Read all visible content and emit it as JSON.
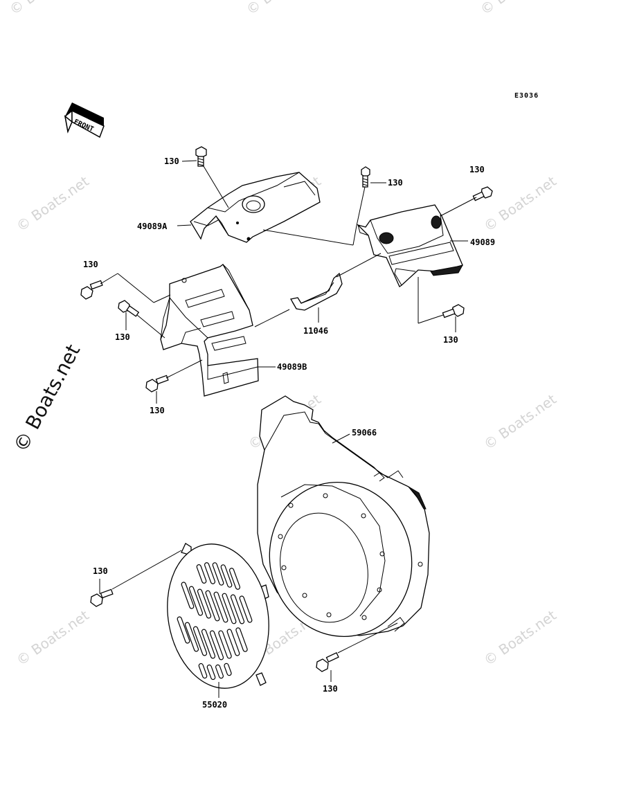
{
  "diagram": {
    "ref_code": "E3036",
    "front_label": "FRONT",
    "watermark": "© Boats.net",
    "side_watermark": "© Boats.net",
    "labels": {
      "bolt_top_left": "130",
      "cover_left": "49089A",
      "bolt_top_middle": "130",
      "bolt_top_right": "130",
      "cover_right": "49089",
      "bolt_left_upper": "130",
      "bolt_left_lower": "130",
      "clamp": "11046",
      "bolt_right_lower": "130",
      "cover_middle": "49089B",
      "bolt_bracket": "130",
      "housing": "59066",
      "bolt_screen": "130",
      "screen": "55020",
      "bolt_housing": "130"
    }
  }
}
